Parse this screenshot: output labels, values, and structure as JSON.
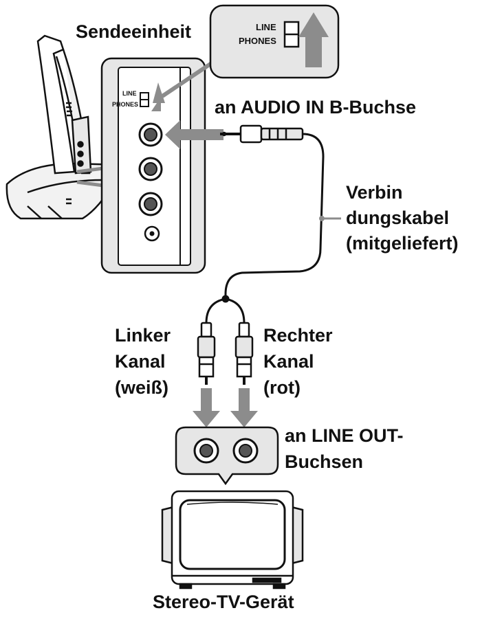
{
  "labels": {
    "transmitter": "Sendeeinheit",
    "audio_in": "an AUDIO IN B-Buchse",
    "cable_line1": "Verbin",
    "cable_line2": "dungskabel",
    "cable_line3": "(mitgeliefert)",
    "left_line1": "Linker",
    "left_line2": "Kanal",
    "left_line3": "(weiß)",
    "right_line1": "Rechter",
    "right_line2": "Kanal",
    "right_line3": "(rot)",
    "line_out_line1": "an LINE OUT-",
    "line_out_line2": "Buchsen",
    "tv": "Stereo-TV-Gerät"
  },
  "switch": {
    "line": "LINE",
    "phones": "PHONES"
  },
  "colors": {
    "ink": "#111111",
    "panel_fill": "#e6e6e6",
    "arrow_gray": "#8c8c8c",
    "jack_dark": "#555555"
  }
}
